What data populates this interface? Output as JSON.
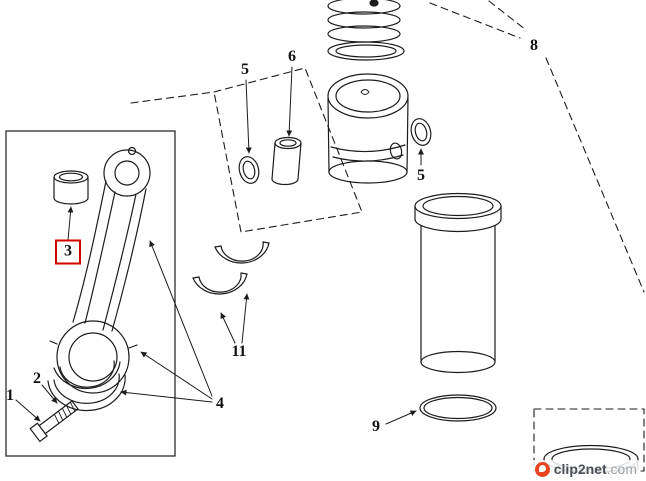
{
  "figure": {
    "background": "#ffffff",
    "ink": "#1c1c1c",
    "highlight": "#d40000",
    "description_visible_numbers": [
      "1",
      "2",
      "3",
      "4",
      "5",
      "6",
      "5",
      "8",
      "9",
      "11"
    ]
  },
  "callouts": {
    "c1": {
      "label": "1"
    },
    "c2": {
      "label": "2"
    },
    "c3": {
      "label": "3",
      "highlighted": true
    },
    "c4": {
      "label": "4"
    },
    "c5a": {
      "label": "5"
    },
    "c6": {
      "label": "6"
    },
    "c5b": {
      "label": "5"
    },
    "c8": {
      "label": "8"
    },
    "c9": {
      "label": "9"
    },
    "c11": {
      "label": "11"
    }
  },
  "watermark": {
    "brand": "clip2net",
    "suffix": ".com"
  }
}
